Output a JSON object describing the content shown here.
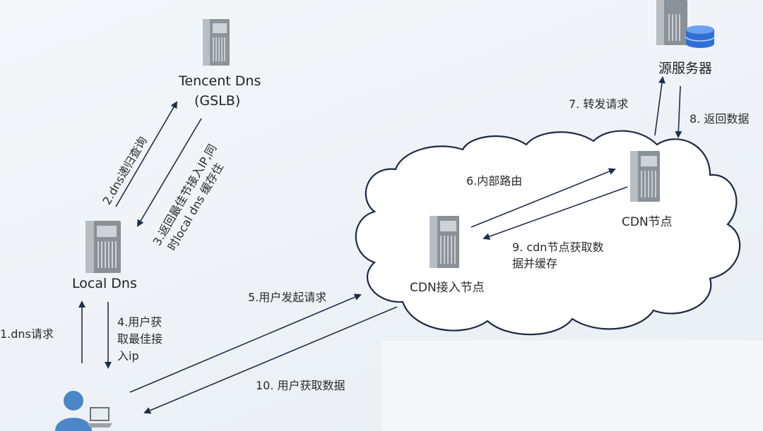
{
  "nodes": {
    "tencent_dns": "Tencent Dns",
    "gslb": "(GSLB)",
    "local_dns": "Local Dns",
    "cdn_access_node": "CDN接入节点",
    "cdn_node": "CDN节点",
    "origin_server": "源服务器"
  },
  "steps": {
    "s1": "1.dns请求",
    "s2": "2.dns递归查询",
    "s3_line1": "3.返回最佳节接入IP,同",
    "s3_line2": "时local dns 缓存住",
    "s4_line1": "4.用户获",
    "s4_line2": "取最佳接",
    "s4_line3": "入ip",
    "s5": "5.用户发起请求",
    "s6": "6.内部路由",
    "s7": "7. 转发请求",
    "s8": "8. 返回数据",
    "s9_line1": "9. cdn节点获取数",
    "s9_line2": "据并缓存",
    "s10": "10. 用户获取数据"
  },
  "icons": [
    "server-icon",
    "database-icon",
    "user-icon",
    "laptop-icon",
    "cloud-shape"
  ],
  "colors": {
    "arrow": "#1e2d4a",
    "cloud_stroke": "#1c2a44",
    "server_body": "#8a9096",
    "user_blue": "#4a86c8",
    "db_blue": "#2f6fd6"
  }
}
